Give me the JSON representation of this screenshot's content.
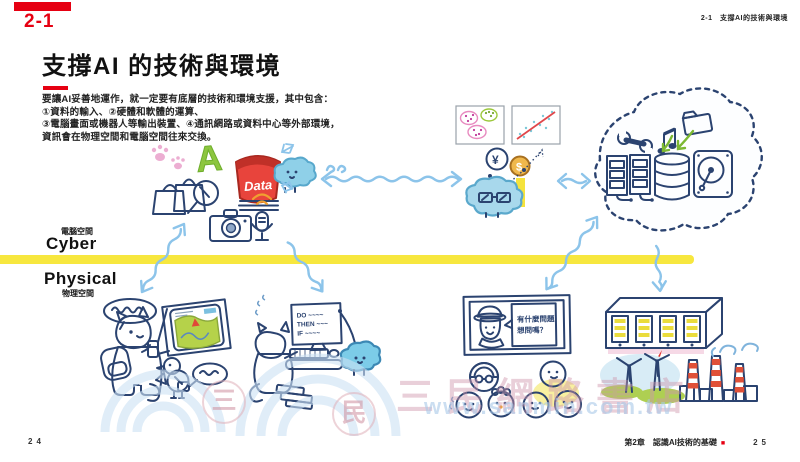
{
  "page": {
    "section_tab": "2-1",
    "running_head": "2-1　支撐AI的技術與環境",
    "title": "支撐AI 的技術與環境",
    "intro_lines": [
      "要讓AI妥善地運作，就一定要有底層的技術和環境支援，其中包含：",
      "①資料的輸入、②硬體和軟體的運算、",
      "③電腦畫面或機器人等輸出裝置、④通訊網路或資料中心等外部環境，",
      "資訊會在物理空間和電腦空間往來交換。"
    ]
  },
  "zones": {
    "cyber_zh": "電腦空間",
    "cyber_en": "Cyber",
    "physical_en": "Physical",
    "physical_zh": "物理空間"
  },
  "illustration": {
    "letter_a": "A",
    "data_jar_label": "Data",
    "coin_yen": "¥",
    "coin_dollar": "$",
    "monitor_lines": [
      "DO ~~~~",
      "THEN ~~~",
      "IF ~~~~"
    ],
    "tv_speech_lines": [
      "有什麼問題",
      "想問嗎？"
    ]
  },
  "watermark": {
    "seal_char_1": "三",
    "seal_char_2": "民",
    "store_name": "三民網路書店",
    "url": "www.sanmin.com.tw"
  },
  "footer": {
    "page_left": "24",
    "chapter": "第2章　認識AI技術的基礎",
    "marker": "■",
    "page_right": "25"
  },
  "colors": {
    "accent_red": "#e60012",
    "divider_yellow": "#f7e73e",
    "arrow_blue": "#8cc4ea",
    "outline_navy": "#2b4370",
    "cat_yellow": "#f7ec4e"
  }
}
